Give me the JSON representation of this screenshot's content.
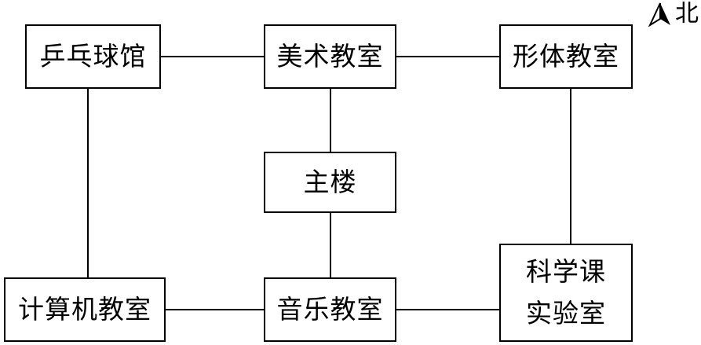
{
  "diagram": {
    "nodes": {
      "pingpong": {
        "label": "乒乓球馆"
      },
      "art": {
        "label": "美术教室"
      },
      "fitness": {
        "label": "形体教室"
      },
      "main": {
        "label": "主楼"
      },
      "computer": {
        "label": "计算机教室"
      },
      "music": {
        "label": "音乐教室"
      },
      "science": {
        "label": "科学课\n实验室"
      }
    },
    "edges": [
      [
        "pingpong",
        "art"
      ],
      [
        "art",
        "fitness"
      ],
      [
        "art",
        "main"
      ],
      [
        "main",
        "music"
      ],
      [
        "pingpong",
        "computer"
      ],
      [
        "computer",
        "music"
      ],
      [
        "music",
        "science"
      ],
      [
        "fitness",
        "science"
      ]
    ],
    "compass": {
      "label": "北"
    }
  }
}
